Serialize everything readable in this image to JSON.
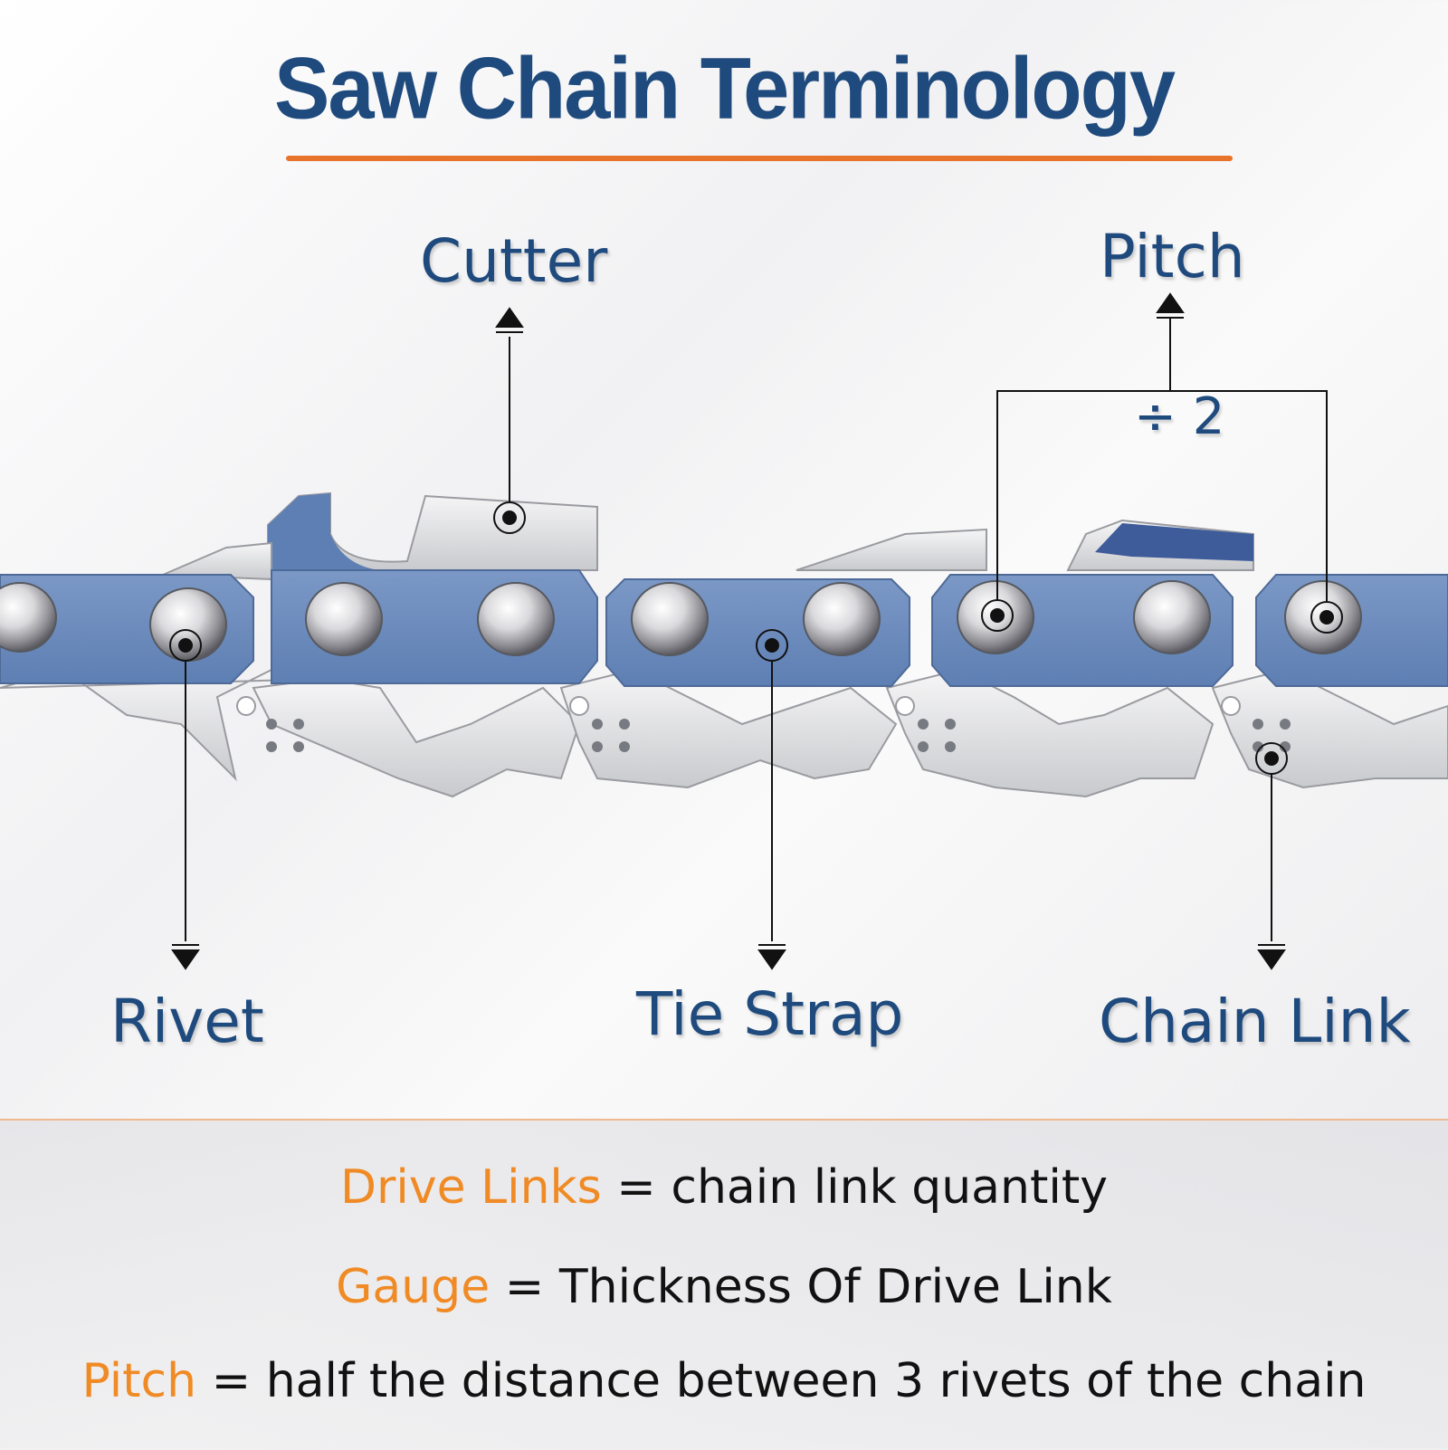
{
  "title": "Saw Chain Terminology",
  "labels": {
    "cutter": "Cutter",
    "pitch": "Pitch",
    "divide_two": "÷ 2",
    "rivet": "Rivet",
    "tie_strap": "Tie Strap",
    "chain_link": "Chain Link"
  },
  "definitions": [
    {
      "term": "Drive Links",
      "text": " = chain link quantity"
    },
    {
      "term": "Gauge",
      "text": " = Thickness Of Drive Link"
    },
    {
      "term": "Pitch",
      "text": " = half the distance between 3 rivets of the chain"
    }
  ],
  "colors": {
    "title": "#1f4a7d",
    "accent": "#e8732a",
    "link_blue": "#6f8fc0",
    "term_orange": "#f08a24"
  }
}
